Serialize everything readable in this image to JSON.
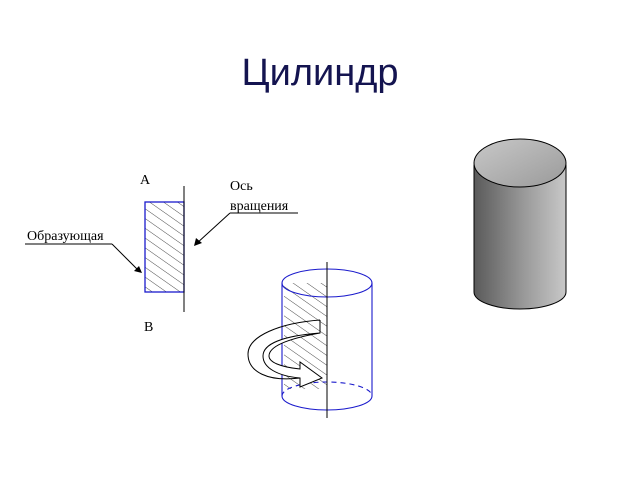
{
  "slide": {
    "title": "Цилиндр"
  },
  "diagram": {
    "label_top": "А",
    "label_bottom": "В",
    "label_axis_line1": "Ось",
    "label_axis_line2": "вращения",
    "label_generatrix": "Образующая"
  },
  "colors": {
    "title": "#141450",
    "outline": "#1a1acc",
    "hatch": "#000000",
    "cylinder_dark": "#5a5a5a",
    "cylinder_light": "#dcdcdc"
  },
  "icons": {
    "rotation_arrow": "curved-rotation-arrow-icon",
    "solid_cylinder": "shaded-cylinder-icon"
  }
}
